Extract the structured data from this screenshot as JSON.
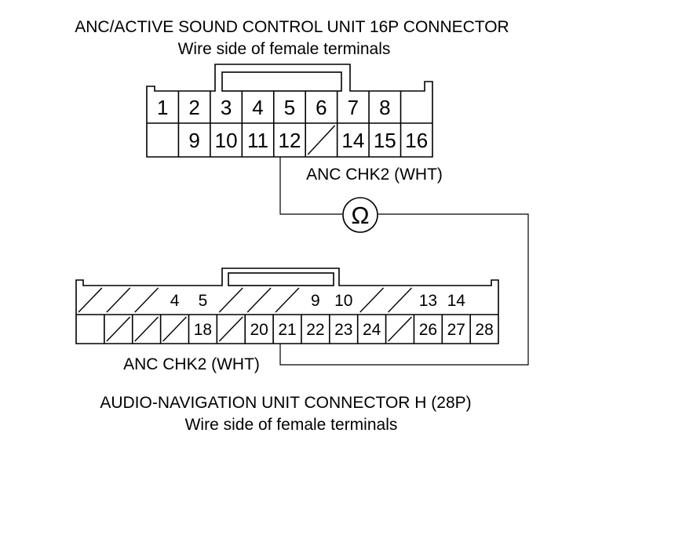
{
  "top_connector": {
    "title": "ANC/ACTIVE SOUND CONTROL UNIT 16P CONNECTOR",
    "subtitle": "Wire side of female terminals",
    "row1": [
      "1",
      "2",
      "3",
      "4",
      "5",
      "6",
      "7",
      "8",
      ""
    ],
    "row2": [
      "",
      "9",
      "10",
      "11",
      "12",
      "/",
      "14",
      "15",
      "16"
    ],
    "wire_label": "ANC CHK2 (WHT)"
  },
  "meter": {
    "symbol": "Ω"
  },
  "bottom_connector": {
    "title": "AUDIO-NAVIGATION UNIT CONNECTOR H (28P)",
    "subtitle": "Wire side of female terminals",
    "row1": [
      "/",
      "/",
      "/",
      "4",
      "5",
      "/",
      "/",
      "/",
      "9",
      "10",
      "/",
      "/",
      "13",
      "14",
      ""
    ],
    "row2": [
      "",
      "/",
      "/",
      "/",
      "18",
      "/",
      "20",
      "21",
      "22",
      "23",
      "24",
      "/",
      "26",
      "27",
      "28"
    ],
    "wire_label": "ANC CHK2 (WHT)"
  }
}
